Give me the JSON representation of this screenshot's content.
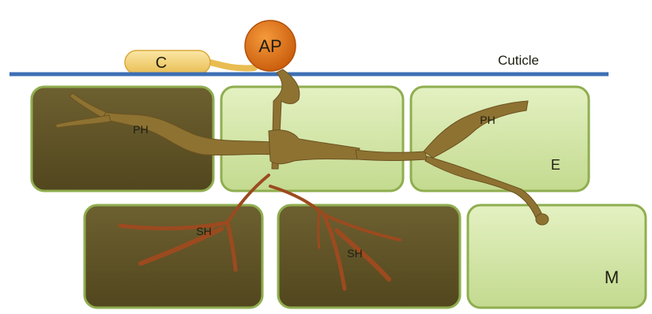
{
  "labels": {
    "conidium": "C",
    "appressorium": "AP",
    "cuticle": "Cuticle",
    "primary_hypha_left": "PH",
    "primary_hypha_right": "PH",
    "epidermis": "E",
    "secondary_hypha_left": "SH",
    "secondary_hypha_right": "SH",
    "mesophyll": "M"
  },
  "colors": {
    "cuticle_line": "#3d6fb4",
    "healthy_cell": "#d4e8a8",
    "dead_cell": "#625628",
    "cell_border": "#8fae4f",
    "primary_hypha": "#8e7232",
    "secondary_hypha": "#9c4a1f",
    "appressorium": "#e07015",
    "conidium": "#f3cf74"
  }
}
